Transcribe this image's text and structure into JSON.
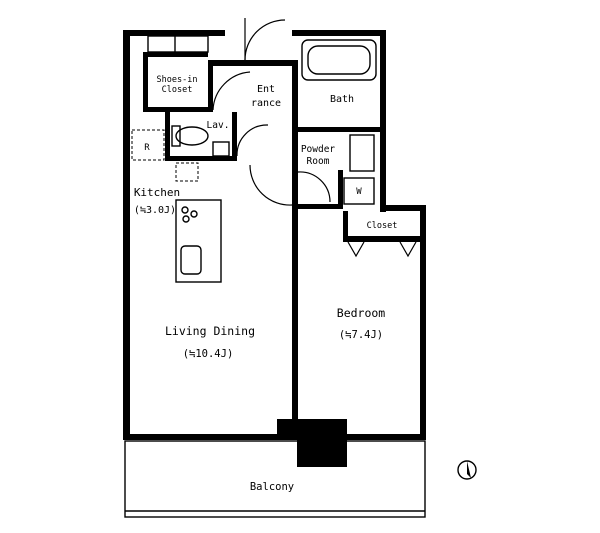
{
  "rooms": {
    "shoe_closet": {
      "line1": "Shoes-in",
      "line2": "Closet"
    },
    "entrance": {
      "line1": "Ent",
      "line2": "rance"
    },
    "bath": {
      "label": "Bath"
    },
    "lavatory": {
      "label": "Lav."
    },
    "powder_room": {
      "line1": "Powder",
      "line2": "Room"
    },
    "kitchen": {
      "name": "Kitchen",
      "size": "(≒3.0J)"
    },
    "living_dining": {
      "name": "Living Dining",
      "size": "(≒10.4J)"
    },
    "bedroom": {
      "name": "Bedroom",
      "size": "(≒7.4J)"
    },
    "closet": {
      "label": "Closet"
    },
    "balcony": {
      "label": "Balcony"
    }
  },
  "fixtures": {
    "refrigerator": {
      "label": "R"
    },
    "washer": {
      "label": "W"
    }
  },
  "icons": {
    "compass": "north-compass-icon"
  },
  "colors": {
    "wall": "#000000",
    "background": "#ffffff"
  }
}
